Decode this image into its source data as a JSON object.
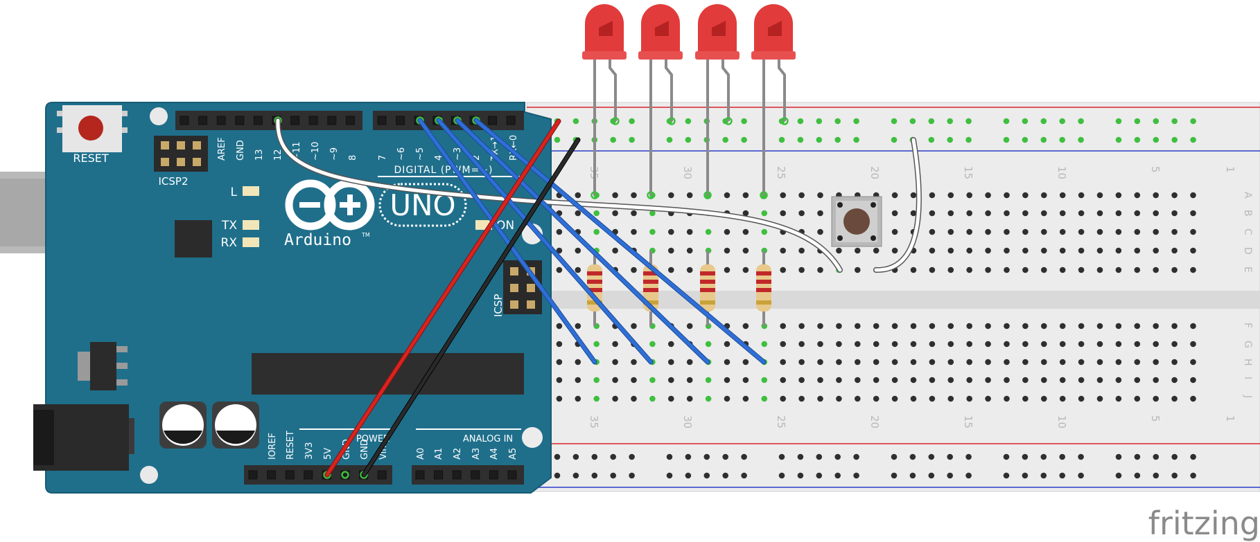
{
  "watermark": "fritzing",
  "colors": {
    "board": "#1f6f8b",
    "board_edge": "#185b74",
    "breadboard": "#ececec",
    "rail_red": "#d9242b",
    "rail_blue": "#2a3cc8",
    "wire_red": "#d9231f",
    "wire_black": "#1a1a1a",
    "wire_blue": "#2f6fd6",
    "wire_white": "#ffffff",
    "led": "#e23b3b",
    "hole_active": "#3fbf3f"
  },
  "arduino": {
    "reset": "RESET",
    "icsp2": "ICSP2",
    "icsp": "ICSP",
    "led_l": "L",
    "led_tx": "TX",
    "led_rx": "RX",
    "led_on": "ON",
    "logo_name": "Arduino",
    "logo_tm": "TM",
    "model": "UNO",
    "digital_label": "DIGITAL (PWM=~)",
    "analog_label": "ANALOG IN",
    "power_label": "POWER",
    "digital_pins_left": [
      "AREF",
      "GND",
      "13",
      "12",
      "~11",
      "~10",
      "~9",
      "8"
    ],
    "digital_pins_right": [
      "7",
      "~6",
      "~5",
      "4",
      "~3",
      "2",
      "TX→1",
      "RX←0"
    ],
    "power_pins": [
      "IOREF",
      "RESET",
      "3V3",
      "5V",
      "GND",
      "GND",
      "Vin"
    ],
    "analog_pins": [
      "A0",
      "A1",
      "A2",
      "A3",
      "A4",
      "A5"
    ]
  },
  "breadboard": {
    "col_numbers_top": [
      "35",
      "30",
      "25",
      "20",
      "15",
      "10",
      "5",
      "1"
    ],
    "col_numbers_bottom": [
      "35",
      "30",
      "25",
      "20",
      "15",
      "10",
      "5",
      "1"
    ],
    "rows_top": [
      "A",
      "B",
      "C",
      "D",
      "E"
    ],
    "rows_bottom": [
      "F",
      "G",
      "H",
      "I",
      "J"
    ]
  },
  "components": {
    "leds": 4,
    "resistors": 4,
    "pushbutton": 1
  }
}
